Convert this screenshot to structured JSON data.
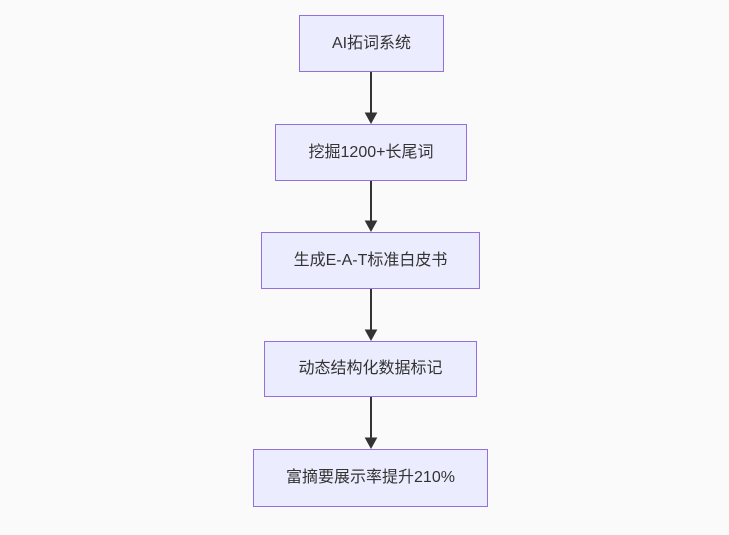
{
  "diagram": {
    "type": "flowchart",
    "direction": "top-down",
    "colors": {
      "background": "#fafafa",
      "node_fill": "#ececff",
      "node_border": "#9370db",
      "text": "#333333",
      "arrow": "#333333"
    },
    "nodes": [
      {
        "label": "AI拓词系统"
      },
      {
        "label": "挖掘1200+长尾词"
      },
      {
        "label": "生成E-A-T标准白皮书"
      },
      {
        "label": "动态结构化数据标记"
      },
      {
        "label": "富摘要展示率提升210%"
      }
    ],
    "edges": [
      {
        "from": "AI拓词系统",
        "to": "挖掘1200+长尾词"
      },
      {
        "from": "挖掘1200+长尾词",
        "to": "生成E-A-T标准白皮书"
      },
      {
        "from": "生成E-A-T标准白皮书",
        "to": "动态结构化数据标记"
      },
      {
        "from": "动态结构化数据标记",
        "to": "富摘要展示率提升210%"
      }
    ]
  }
}
